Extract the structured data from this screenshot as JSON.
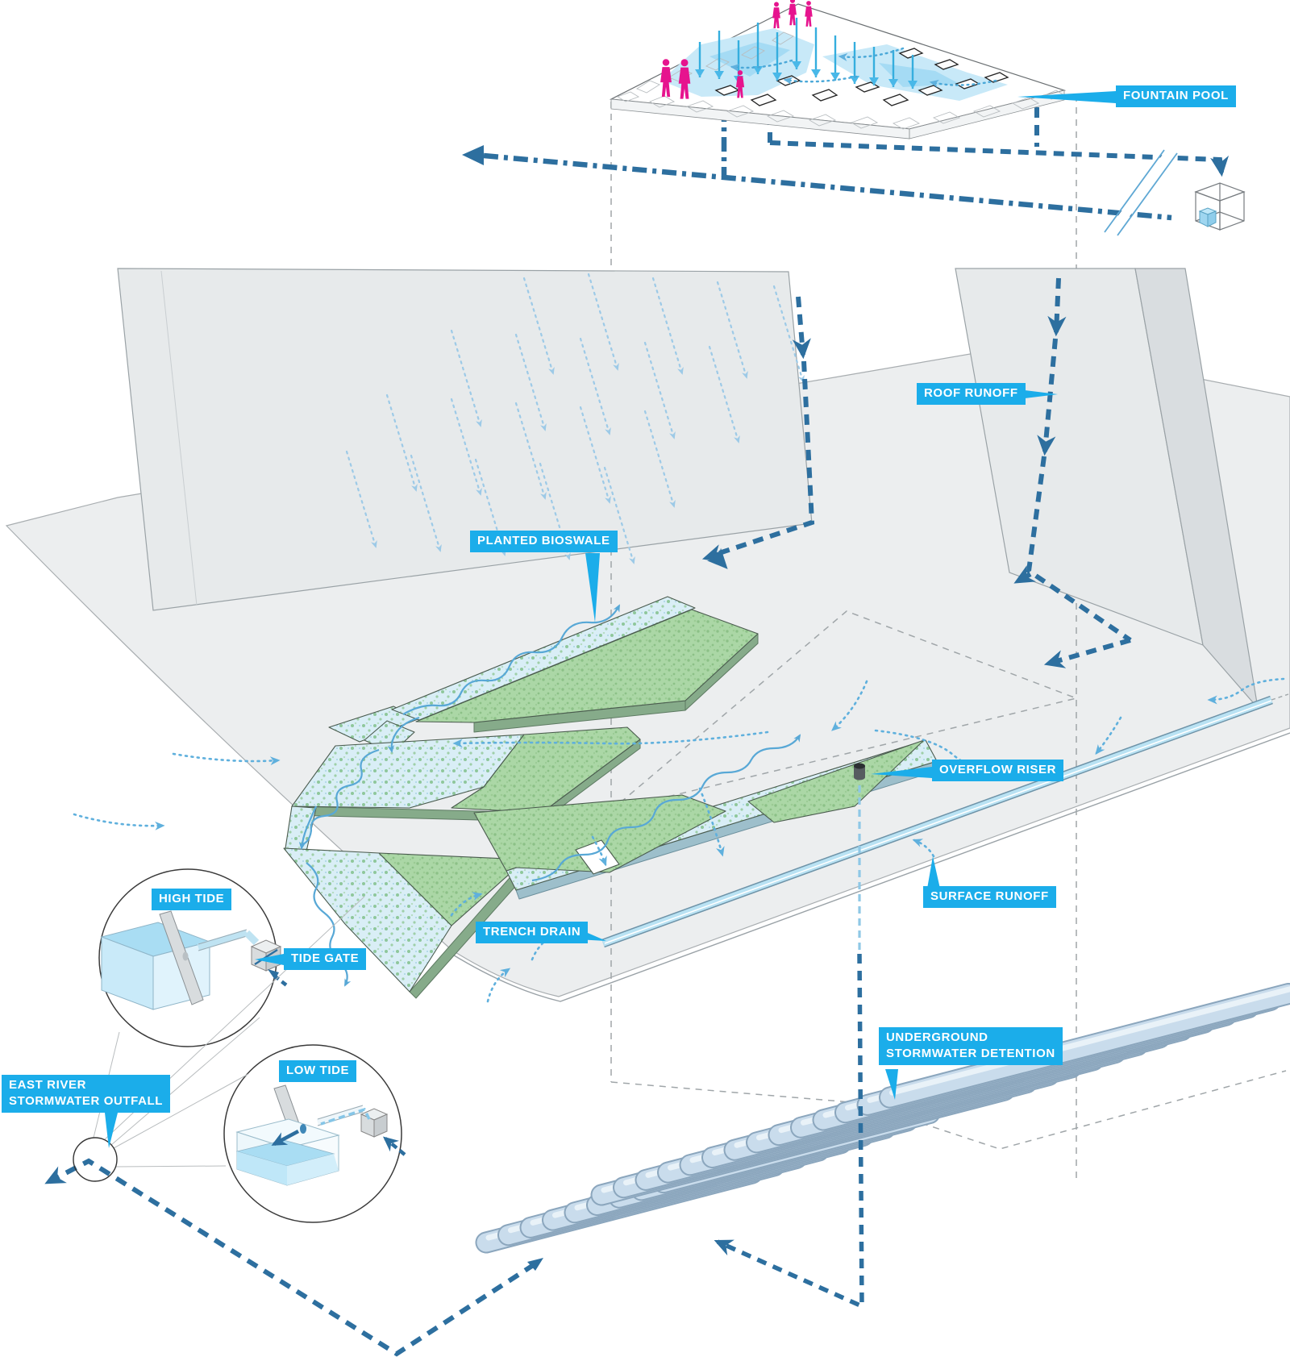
{
  "diagram": {
    "title": "Stormwater management axonometric diagram",
    "labels": {
      "fountain_pool": "FOUNTAIN POOL",
      "roof_runoff": "ROOF RUNOFF",
      "planted_bioswale": "PLANTED BIOSWALE",
      "overflow_riser": "OVERFLOW RISER",
      "surface_runoff": "SURFACE RUNOFF",
      "trench_drain": "TRENCH DRAIN",
      "underground_detention_line1": "UNDERGROUND",
      "underground_detention_line2": "STORMWATER DETENTION",
      "high_tide": "HIGH TIDE",
      "tide_gate": "TIDE GATE",
      "low_tide": "LOW TIDE",
      "east_river_line1": "EAST RIVER",
      "east_river_line2": "STORMWATER OUTFALL"
    },
    "colors": {
      "label_bg": "#1badea",
      "flow_dark_blue": "#2d6f9f",
      "flow_light_blue": "#5fb0dd",
      "water_light": "#bfe7f8",
      "bioswale_green": "#abd7a6",
      "gravel_blue": "#d9eef6",
      "people_pink": "#e6148e",
      "building_gray": "#e7eaeb",
      "ground_gray": "#eceeef",
      "pipe_fill": "#c9dcec"
    }
  }
}
